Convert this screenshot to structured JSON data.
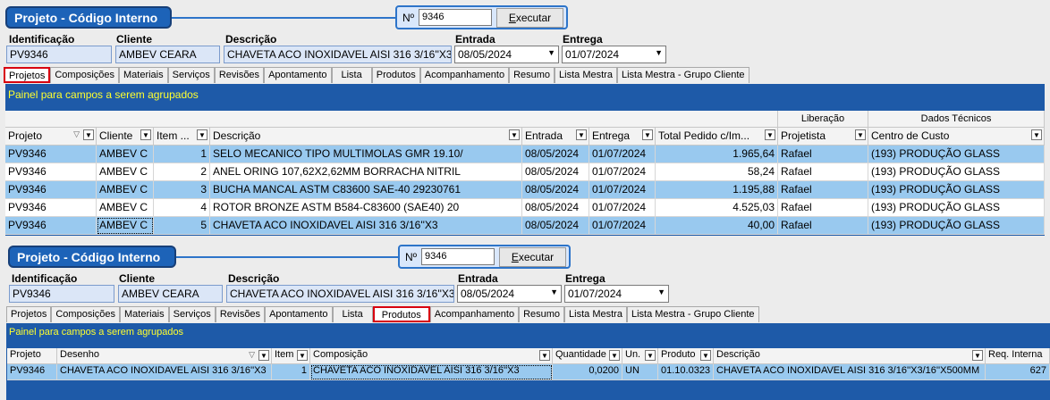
{
  "top": {
    "title": "Projeto - Código Interno",
    "num_label": "Nº",
    "num_value": "9346",
    "exec_label": "xecutar",
    "exec_underlined": "E",
    "labels": {
      "identificacao": "Identificação",
      "cliente": "Cliente",
      "descricao": "Descrição",
      "entrada": "Entrada",
      "entrega": "Entrega"
    },
    "values": {
      "identificacao": "PV9346",
      "cliente": "AMBEV CEARA",
      "descricao": "CHAVETA ACO INOXIDAVEL AISI 316 3/16''X3",
      "entrada": "08/05/2024",
      "entrega": "01/07/2024"
    },
    "tabs": [
      "Projetos",
      "Composições",
      "Materiais",
      "Serviços",
      "Revisões",
      "Apontamento",
      "Lista",
      "Produtos",
      "Acompanhamento",
      "Resumo",
      "Lista Mestra",
      "Lista Mestra - Grupo Cliente"
    ],
    "active_tab": "Projetos",
    "panel_text": "Painel para campos a serem agrupados",
    "groups": {
      "liberacao": "Liberação",
      "dados_tecnicos": "Dados Técnicos"
    },
    "columns": [
      "Projeto",
      "Cliente",
      "Item ...",
      "Descrição",
      "Entrada",
      "Entrega",
      "Total Pedido c/Im...",
      "Projetista",
      "Centro de Custo"
    ],
    "rows": [
      [
        "PV9346",
        "AMBEV C",
        "1",
        "SELO MECANICO TIPO MULTIMOLAS GMR 19.10/",
        "08/05/2024",
        "01/07/2024",
        "1.965,64",
        "Rafael",
        "(193) PRODUÇÃO GLASS"
      ],
      [
        "PV9346",
        "AMBEV C",
        "2",
        "ANEL ORING 107,62X2,62MM BORRACHA NITRIL",
        "08/05/2024",
        "01/07/2024",
        "58,24",
        "Rafael",
        "(193) PRODUÇÃO GLASS"
      ],
      [
        "PV9346",
        "AMBEV C",
        "3",
        "BUCHA MANCAL ASTM C83600 SAE-40 29230761",
        "08/05/2024",
        "01/07/2024",
        "1.195,88",
        "Rafael",
        "(193) PRODUÇÃO GLASS"
      ],
      [
        "PV9346",
        "AMBEV C",
        "4",
        "ROTOR BRONZE ASTM B584-C83600 (SAE40) 20",
        "08/05/2024",
        "01/07/2024",
        "4.525,03",
        "Rafael",
        "(193) PRODUÇÃO GLASS"
      ],
      [
        "PV9346",
        "AMBEV C",
        "5",
        "CHAVETA ACO INOXIDAVEL AISI 316 3/16''X3",
        "08/05/2024",
        "01/07/2024",
        "40,00",
        "Rafael",
        "(193) PRODUÇÃO GLASS"
      ]
    ]
  },
  "bottom": {
    "title": "Projeto - Código Interno",
    "num_label": "Nº",
    "num_value": "9346",
    "exec_label": "xecutar",
    "exec_underlined": "E",
    "labels": {
      "identificacao": "Identificação",
      "cliente": "Cliente",
      "descricao": "Descrição",
      "entrada": "Entrada",
      "entrega": "Entrega"
    },
    "values": {
      "identificacao": "PV9346",
      "cliente": "AMBEV CEARA",
      "descricao": "CHAVETA ACO INOXIDAVEL AISI 316 3/16''X3",
      "entrada": "08/05/2024",
      "entrega": "01/07/2024"
    },
    "tabs": [
      "Projetos",
      "Composições",
      "Materiais",
      "Serviços",
      "Revisões",
      "Apontamento",
      "Lista",
      "Produtos",
      "Acompanhamento",
      "Resumo",
      "Lista Mestra",
      "Lista Mestra - Grupo Cliente"
    ],
    "active_tab": "Produtos",
    "panel_text": "Painel para campos a serem agrupados",
    "columns": [
      "Projeto",
      "Desenho",
      "Item",
      "Composição",
      "Quantidade",
      "Un.",
      "Produto",
      "Descrição",
      "Req. Interna"
    ],
    "rows": [
      [
        "PV9346",
        "CHAVETA ACO INOXIDAVEL AISI 316 3/16''X3",
        "1",
        "CHAVETA ACO INOXIDAVEL AISI 316 3/16''X3",
        "0,0200",
        "UN",
        "01.10.0323",
        "CHAVETA ACO INOXIDAVEL AISI 316 3/16''X3/16''X500MM",
        "627"
      ]
    ]
  },
  "colors": {
    "accent": "#1e5aa8",
    "panel_text": "#ffff2e",
    "selected_row": "#99c9ef",
    "active_tab_border": "#d8000f"
  }
}
